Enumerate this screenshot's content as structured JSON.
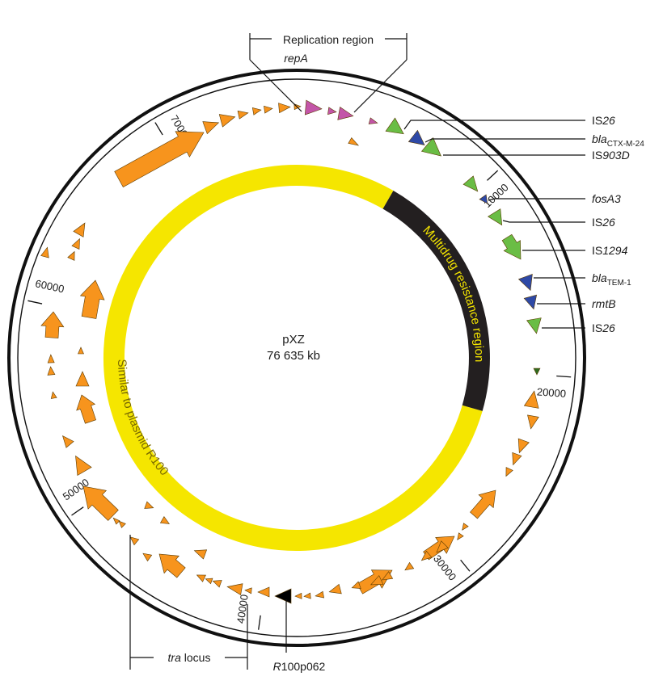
{
  "plasmid": {
    "name": "pXZ",
    "size": "76 635 kb"
  },
  "ticks": [
    "10000",
    "20000",
    "30000",
    "40000",
    "50000",
    "60000",
    "70000"
  ],
  "inner_regions": [
    {
      "label": "Multidrug resistance region",
      "color": "#231f20",
      "text_color": "#f5e600"
    },
    {
      "label": "Similar to plasmid R100",
      "color": "#f5e600",
      "text_color": "#7a6a00"
    }
  ],
  "annotations": {
    "replication_region": "Replication region",
    "repA": "repA",
    "tra_locus_italic": "tra",
    "tra_locus_rest": " locus",
    "r100p062_italic": "R",
    "r100p062_rest": "100p062"
  },
  "gene_labels": [
    {
      "main": "IS",
      "italic": "26",
      "sub": ""
    },
    {
      "main": "",
      "italic": "bla",
      "sub": "CTX-M-24"
    },
    {
      "main": "IS",
      "italic": "903D",
      "sub": ""
    },
    {
      "main": "",
      "italic": "fosA3",
      "sub": ""
    },
    {
      "main": "IS",
      "italic": "26",
      "sub": ""
    },
    {
      "main": "IS",
      "italic": "1294",
      "sub": ""
    },
    {
      "main": "",
      "italic": "bla",
      "sub": "TEM-1"
    },
    {
      "main": "",
      "italic": "rmtB",
      "sub": ""
    },
    {
      "main": "IS",
      "italic": "26",
      "sub": ""
    }
  ],
  "colors": {
    "tra_genes": "#f7941d",
    "replication": "#c355a8",
    "insertion_sequences": "#6abd45",
    "resistance_genes": "#2e49a6",
    "marker": "#000000"
  }
}
